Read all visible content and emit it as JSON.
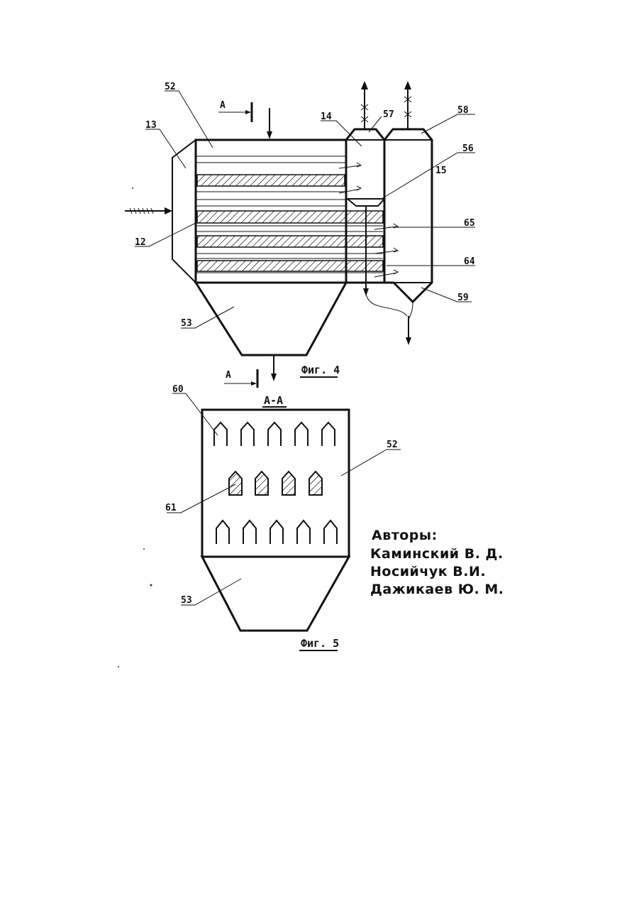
{
  "figure4": {
    "caption": "Фиг. 4",
    "section_marker": "А",
    "labels": {
      "l52": "52",
      "l13": "13",
      "l12": "12",
      "l53": "53",
      "l14": "14",
      "l57": "57",
      "l58": "58",
      "l56": "56",
      "l15": "15",
      "l65": "65",
      "l64": "64",
      "l59": "59"
    }
  },
  "figure5": {
    "caption": "Фиг. 5",
    "section_title": "А-А",
    "labels": {
      "l60": "60",
      "l52": "52",
      "l61": "61",
      "l53": "53"
    }
  },
  "authors": {
    "heading": "Авторы:",
    "names": [
      "Каминский В. Д.",
      "Носийчук В.И.",
      "Дажикаев Ю. М."
    ]
  },
  "colors": {
    "ink": "#111111",
    "paper": "#ffffff"
  }
}
